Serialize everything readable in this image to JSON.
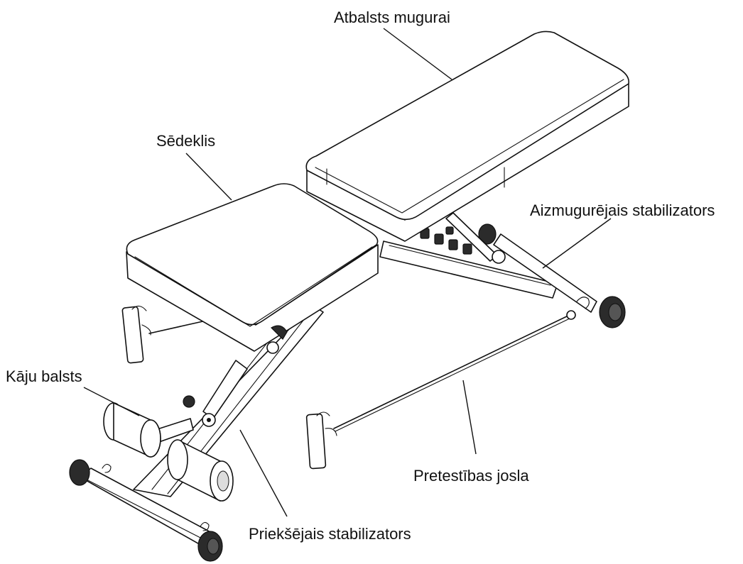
{
  "labels": {
    "back_support": "Atbalsts mugurai",
    "seat": "Sēdeklis",
    "rear_stabilizer": "Aizmugurējais stabilizators",
    "leg_support": "Kāju balsts",
    "resistance_band": "Pretestības josla",
    "front_stabilizer": "Priekšējais stabilizators"
  }
}
